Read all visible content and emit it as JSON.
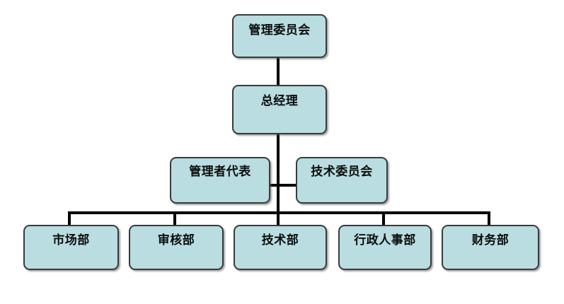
{
  "chart_data": {
    "type": "diagram",
    "subtype": "org-chart",
    "title": "",
    "orientation": "top-down",
    "node_fill": "#b9dde0",
    "node_border": "#3a3a3a",
    "connector_color": "#000000",
    "levels": [
      {
        "level": 1,
        "nodes": [
          "管理委员会"
        ]
      },
      {
        "level": 2,
        "nodes": [
          "总经理"
        ]
      },
      {
        "level": 3,
        "nodes": [
          "管理者代表",
          "技术委员会"
        ]
      },
      {
        "level": 4,
        "nodes": [
          "市场部",
          "审核部",
          "技术部",
          "行政人事部",
          "财务部"
        ]
      }
    ],
    "edges": [
      {
        "from": "管理委员会",
        "to": "总经理"
      },
      {
        "from": "总经理",
        "to": "管理者代表"
      },
      {
        "from": "总经理",
        "to": "技术委员会"
      },
      {
        "from": "总经理",
        "to": "市场部"
      },
      {
        "from": "总经理",
        "to": "审核部"
      },
      {
        "from": "总经理",
        "to": "技术部"
      },
      {
        "from": "总经理",
        "to": "行政人事部"
      },
      {
        "from": "总经理",
        "to": "财务部"
      }
    ]
  },
  "nodes": {
    "management_committee": {
      "label": "管理委员会"
    },
    "general_manager": {
      "label": "总经理"
    },
    "management_rep": {
      "label": "管理者代表"
    },
    "technical_committee": {
      "label": "技术委员会"
    },
    "marketing_dept": {
      "label": "市场部"
    },
    "audit_dept": {
      "label": "审核部"
    },
    "technology_dept": {
      "label": "技术部"
    },
    "admin_hr_dept": {
      "label": "行政人事部"
    },
    "finance_dept": {
      "label": "财务部"
    }
  }
}
